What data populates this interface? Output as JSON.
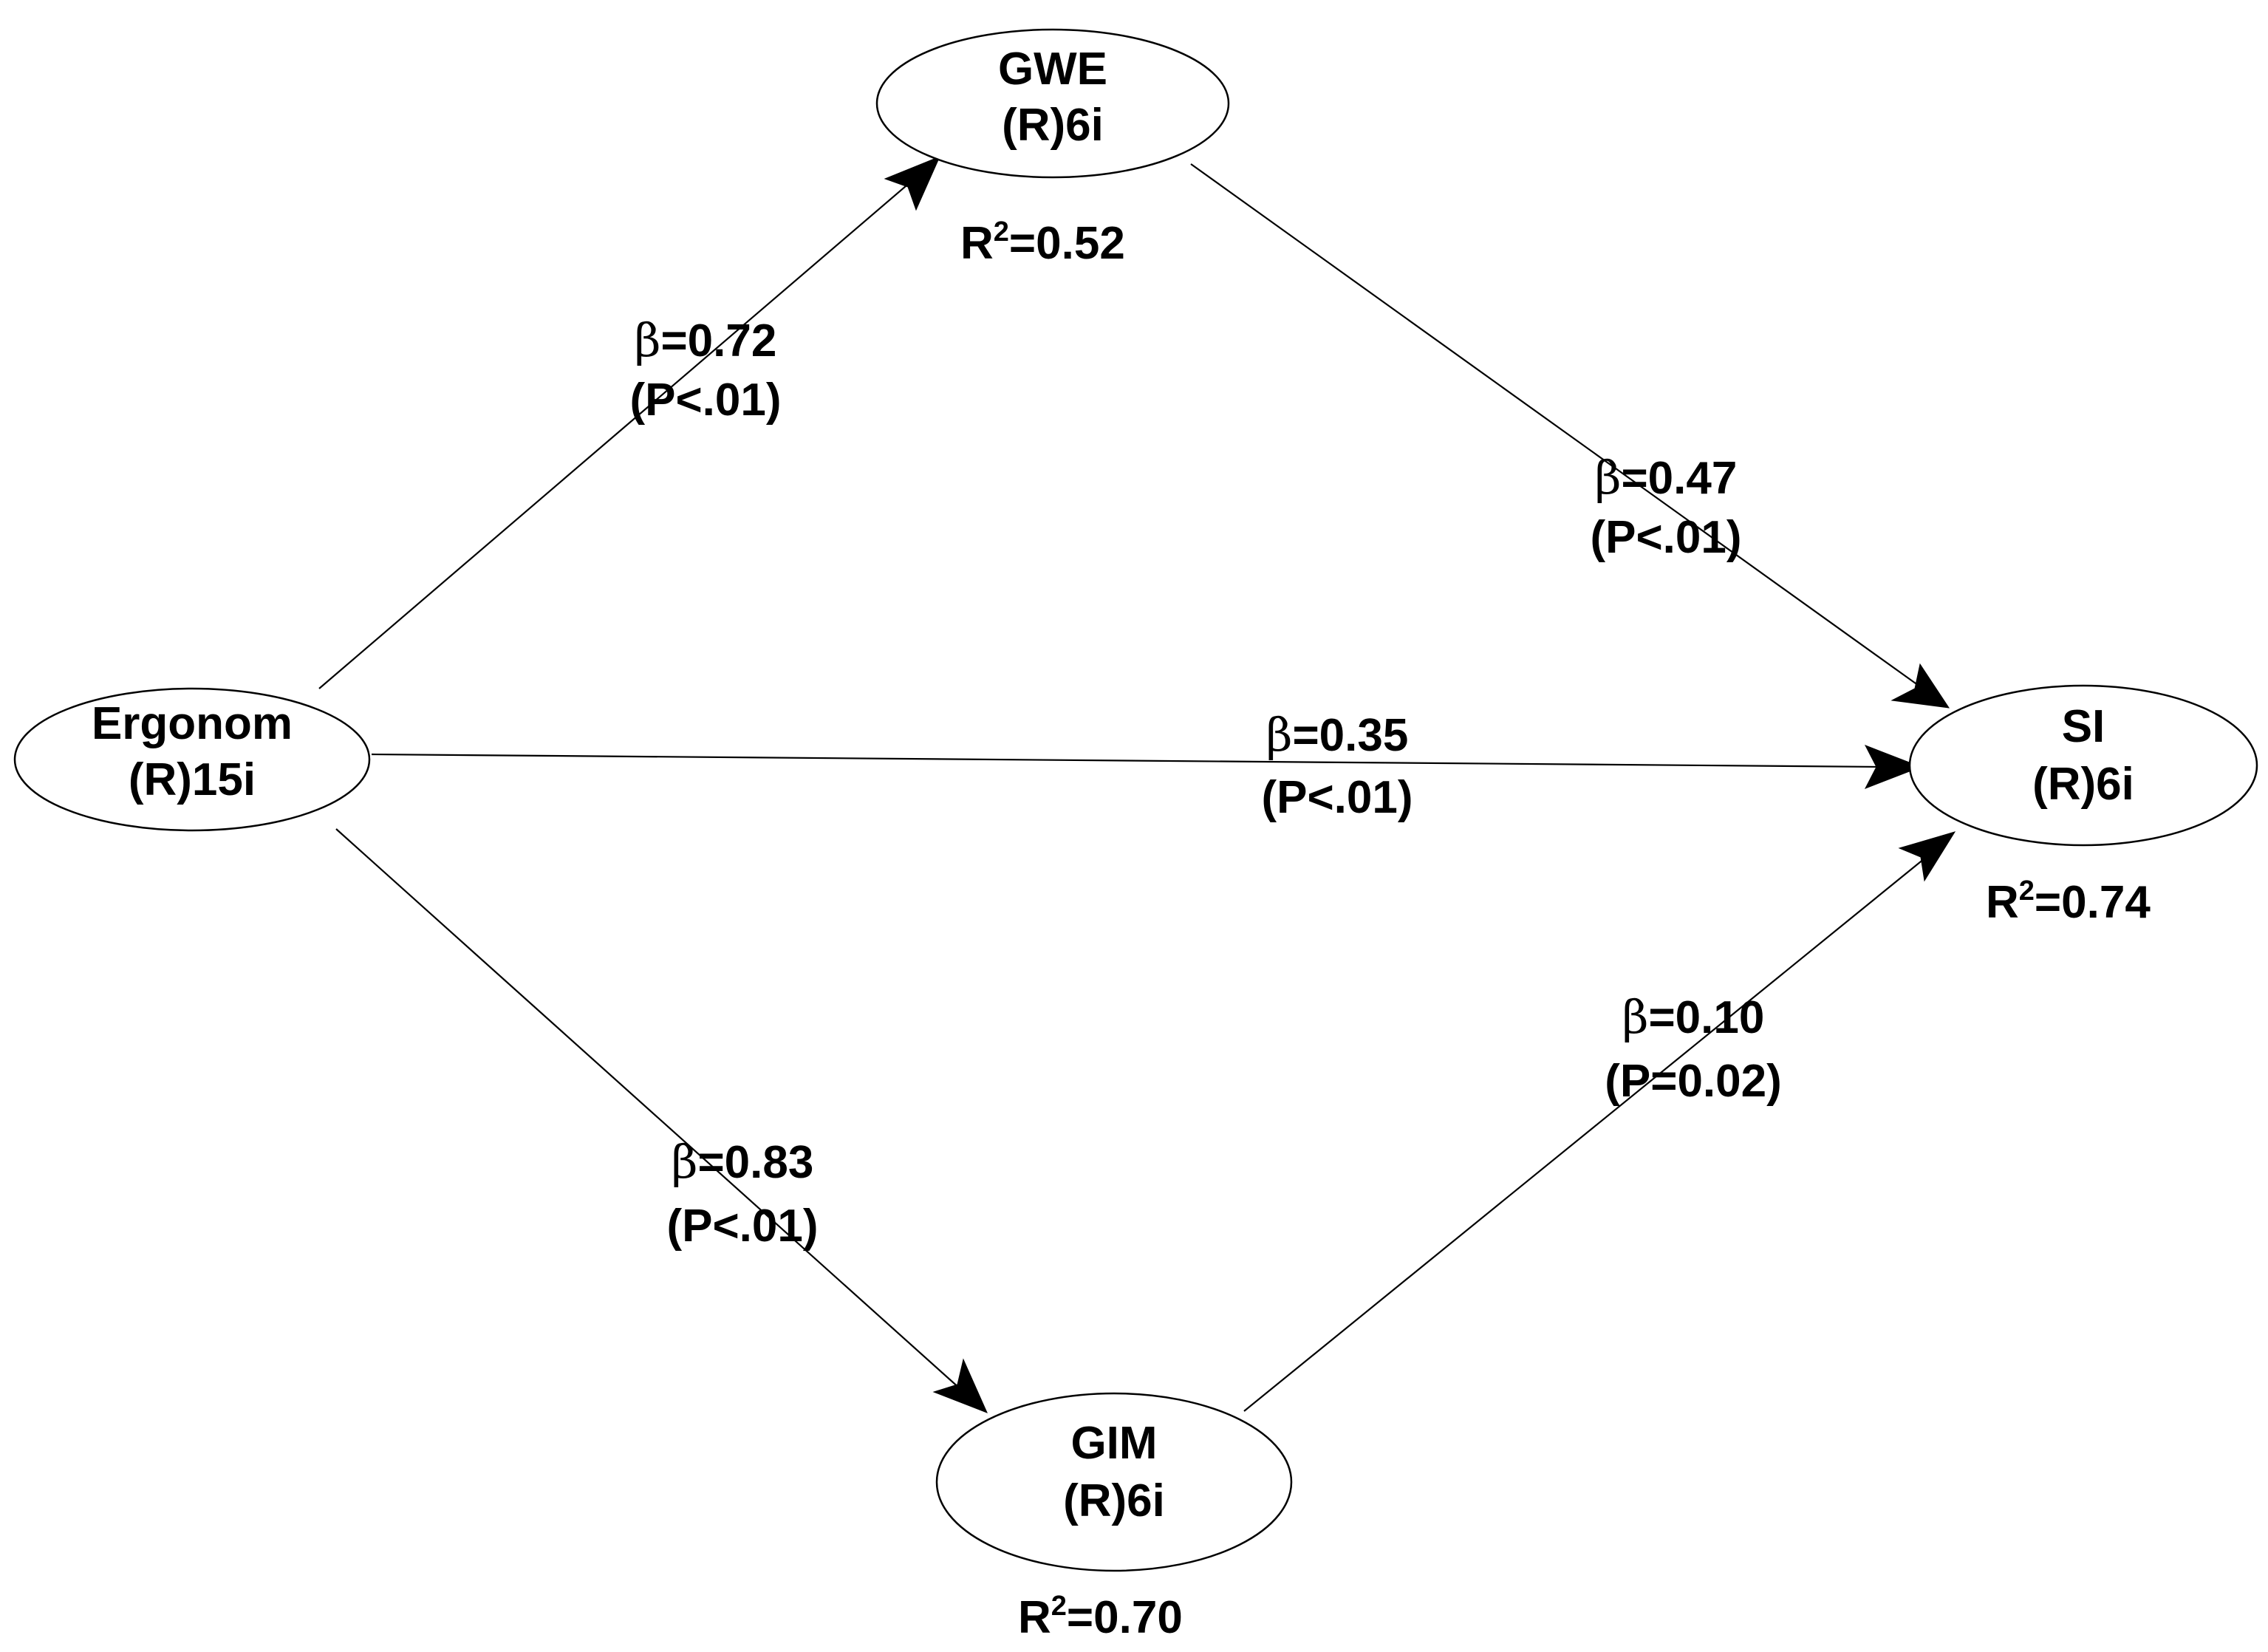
{
  "nodes": {
    "gwe": {
      "name": "GWE",
      "sub": "(R)6i"
    },
    "ergonom": {
      "name": "Ergonom",
      "sub": "(R)15i"
    },
    "si": {
      "name": "SI",
      "sub": "(R)6i"
    },
    "gim": {
      "name": "GIM",
      "sub": "(R)6i"
    }
  },
  "r_squared": {
    "prefix": "R",
    "exponent": "2",
    "gwe": "=0.52",
    "si": "=0.74",
    "gim": "=0.70"
  },
  "paths": {
    "beta_symbol": "β",
    "ergonom_gwe": {
      "coef": "=0.72",
      "p": "(P<.01)"
    },
    "gwe_si": {
      "coef": "=0.47",
      "p": "(P<.01)"
    },
    "ergonom_si": {
      "coef": "=0.35",
      "p": "(P<.01)"
    },
    "gim_si": {
      "coef": "=0.10",
      "p": "(P=0.02)"
    },
    "ergonom_gim": {
      "coef": "=0.83",
      "p": "(P<.01)"
    }
  }
}
